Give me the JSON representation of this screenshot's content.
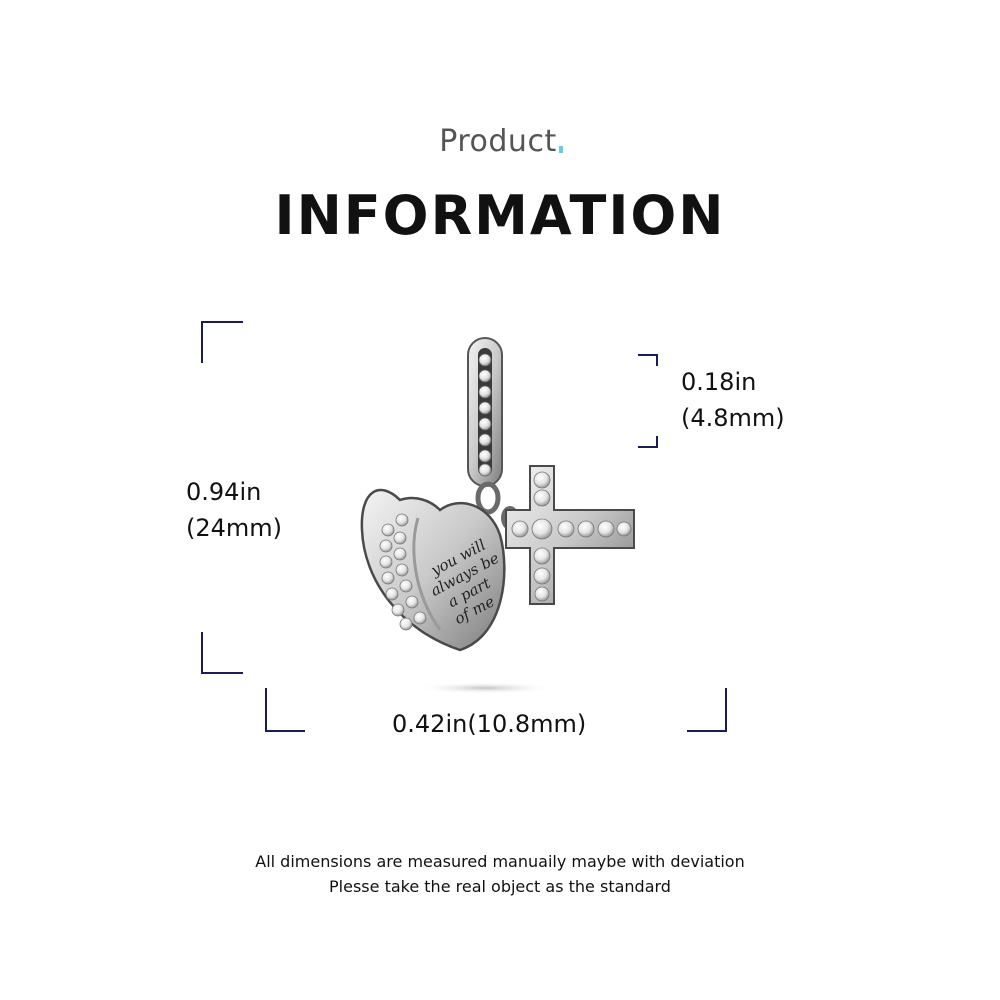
{
  "header": {
    "subtitle": "Product",
    "title": "INFORMATION"
  },
  "dimensions": {
    "height_in": "0.94in",
    "height_mm": "(24mm)",
    "bail_in": "0.18in",
    "bail_mm": "(4.8mm)",
    "width": "0.42in(10.8mm)"
  },
  "product": {
    "engraving": [
      "you will",
      "always be",
      "a part",
      "of me"
    ]
  },
  "footer": {
    "line1": "All dimensions are measured manuaily maybe with deviation",
    "line2": "Plesse take the real object as the standard"
  },
  "colors": {
    "accent_underline": "#5fd0e6",
    "bracket": "#1a1a5e",
    "silver": "#c9c9c9"
  }
}
